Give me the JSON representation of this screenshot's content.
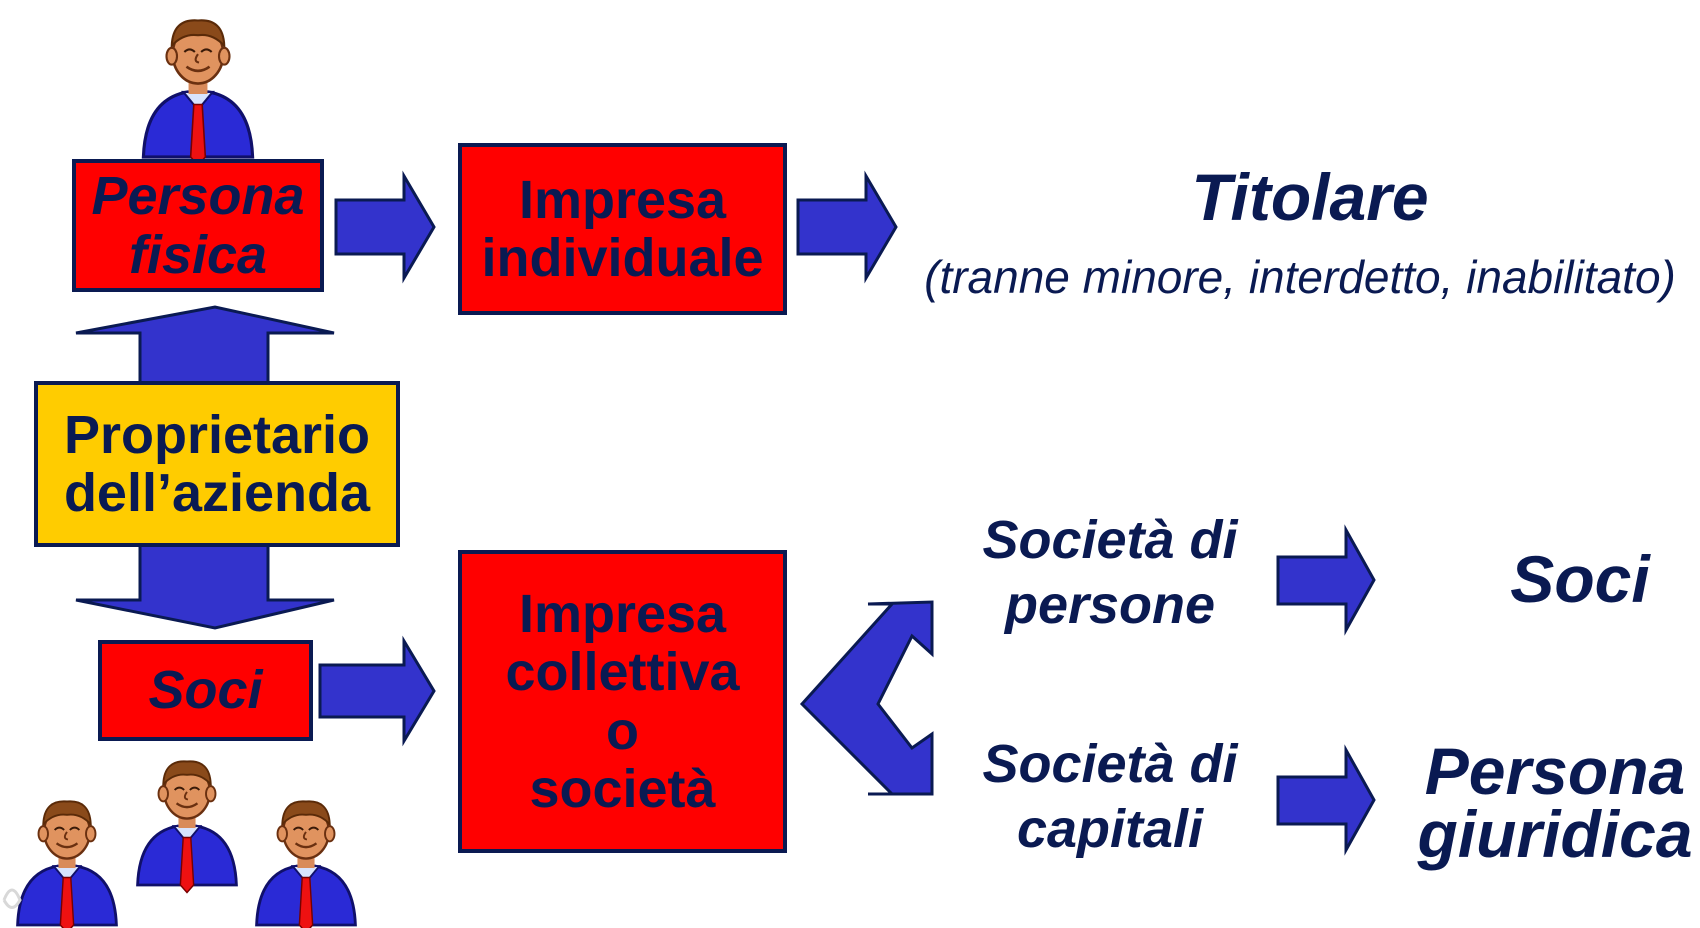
{
  "colors": {
    "box_fill": "#ff0000",
    "owner_fill": "#ffcc00",
    "border": "#0a1a52",
    "text": "#0a1a52",
    "arrow_fill": "#3333cc"
  },
  "boxes": {
    "persona_fisica": [
      "Persona",
      "fisica"
    ],
    "impresa_individuale": [
      "Impresa",
      "individuale"
    ],
    "proprietario": [
      "Proprietario",
      "dell’azienda"
    ],
    "soci": "Soci",
    "impresa_collettiva": [
      "Impresa",
      "collettiva",
      "o",
      "società"
    ]
  },
  "labels": {
    "titolare": "Titolare",
    "titolare_note": "(tranne minore, interdetto, inabilitato)",
    "societa_persone": [
      "Società di",
      "persone"
    ],
    "societa_capitali": [
      "Società di",
      "capitali"
    ],
    "soci_result": "Soci",
    "persona_giuridica": [
      "Persona",
      "giuridica"
    ]
  },
  "icons": [
    "businessman-icon",
    "group-of-businessmen-icon"
  ]
}
